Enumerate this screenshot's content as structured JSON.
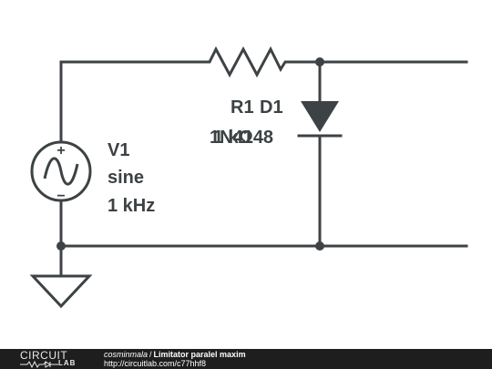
{
  "schematic": {
    "source": {
      "name": "V1",
      "type": "sine",
      "freq": "1 kHz",
      "plus": "+",
      "minus": "−"
    },
    "resistor": {
      "name": "R1",
      "value": "1 kΩ"
    },
    "diode": {
      "name": "D1",
      "model": "1N4148"
    }
  },
  "footer": {
    "logo_top": "CIRCUIT",
    "logo_bottom": "LAB",
    "author": "cosminmala",
    "separator": "/",
    "title": "Limitator paralel maxim",
    "url": "http://circuitlab.com/c77hhf8"
  },
  "colors": {
    "wire": "#3d4244",
    "footer_bg": "#1e1e1e"
  }
}
